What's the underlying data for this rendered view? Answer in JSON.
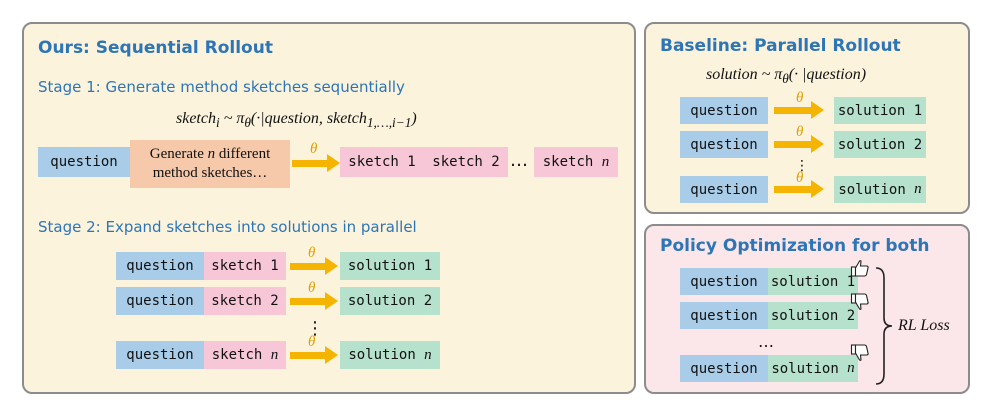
{
  "seq": {
    "title": "Ours: Sequential Rollout",
    "stage1": "Stage 1:  Generate method sketches sequentially",
    "formula": "sketch_i ~ π_θ(·|question, sketch_1,…,i−1)",
    "question": "question",
    "generate_line1": "Generate n different",
    "generate_line2": "method sketches…",
    "theta": "θ",
    "sketches": [
      "sketch 1",
      "sketch 2",
      "sketch n"
    ],
    "ellipsis": "…",
    "stage2": "Stage 2:  Expand sketches into solutions in parallel",
    "rows": [
      {
        "question": "question",
        "sketch": "sketch 1",
        "solution": "solution 1"
      },
      {
        "question": "question",
        "sketch": "sketch 2",
        "solution": "solution 2"
      },
      {
        "question": "question",
        "sketch": "sketch n",
        "solution": "solution n"
      }
    ],
    "vdots": "⋮"
  },
  "par": {
    "title": "Baseline: Parallel Rollout",
    "formula": "solution ~ π_θ(· |question)",
    "rows": [
      {
        "question": "question",
        "solution": "solution 1"
      },
      {
        "question": "question",
        "solution": "solution 2"
      },
      {
        "question": "question",
        "solution": "solution n"
      }
    ],
    "vdots": "⋮"
  },
  "policy": {
    "title": "Policy Optimization for both",
    "rows": [
      {
        "question": "question",
        "solution": "solution 1",
        "feedback": "thumbs-up"
      },
      {
        "question": "question",
        "solution": "solution 2",
        "feedback": "thumbs-down"
      },
      {
        "question": "question",
        "solution": "solution n",
        "feedback": "thumbs-down"
      }
    ],
    "ellipsis": "…",
    "loss": "RL Loss"
  },
  "colors": {
    "question": "#a9cde8",
    "sketch": "#f7c6d7",
    "solution": "#b6e2cd",
    "generate": "#f6c9ab",
    "arrow": "#f5b400",
    "title": "#2e75b6",
    "panel_main": "#fbf3dc",
    "panel_policy": "#fbe7ea"
  }
}
